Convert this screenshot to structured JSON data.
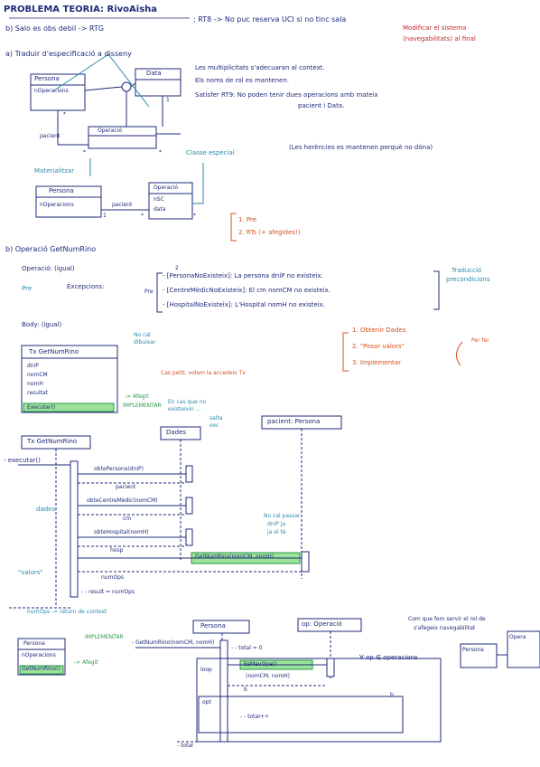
{
  "header": {
    "title": "PROBLEMA TEORIA: RivoAisha",
    "item_b": "b) Salo es obs debil -> RTG",
    "item_b_rt": "; RT8 -> No puc reserva UCI si no tinc sala",
    "note_red_1": "Modificar el sistema",
    "note_red_2": "(navegabilitats) al final"
  },
  "section_a": {
    "label": "a) Traduir d'especificació a disseny",
    "box_persona": "Persona",
    "attr_persona": "nOperacions",
    "box_data": "Data",
    "box_operacio": "Operació",
    "label_pacient": "pacient",
    "mult_star_1": "*",
    "mult_star_2": "*",
    "mult_1": "1",
    "mult_star_3": "*",
    "label_materialitzar": "Materialitzar",
    "label_classe_especial": "Classe especial",
    "box_persona_2": "Persona",
    "attr_persona_2": "nOperacions",
    "box_operacio_2": "Operació",
    "attr_nsc": "nSC",
    "attr_data": "data",
    "label_pacient_2": "pacient",
    "mult_1b": "1",
    "mult_star_4": "*",
    "mult_star_5": "*",
    "note_1": "Les multiplicitats s'adecuaran al context.",
    "note_2": "Els noms de rol es mantenen.",
    "note_3": "Satisfer RT9: No poden tenir dues operacions amb mateix",
    "note_4": "pacient i Data.",
    "note_5": "(Les herències es mantenen perquè no dóna)",
    "list_1": "1. Pre",
    "list_2": "2. RTs (+ afegides!)"
  },
  "section_b": {
    "label": "b) Operació GetNumRino",
    "operacio": "Operació: (igual)",
    "pre_label": "Pre",
    "excepcions_label": "Excepcions:",
    "pre_short": "Pre",
    "circle_num": "2",
    "exc_1": "- [PersonaNoExisteix]: La persona dniP no existeix.",
    "exc_2": "- [CentreMèdicNoExisteix]: El cm nomCM no existeix.",
    "exc_3": "- [HospitalNoExisteix]: L'Hospital nomH no existeix.",
    "traduccio_1": "Traducció",
    "traduccio_2": "precondicions",
    "body": "Body: (igual)",
    "no_cal_1": "No cal",
    "no_cal_2": "dibuixar",
    "steps": [
      "1. Obtenir Dades",
      "2. \"Posar valors\"",
      "3. Implementar"
    ],
    "per_fer": "Per fer"
  },
  "tx_class": {
    "title": "Tx GetNumRino",
    "attrs": [
      "dniP",
      "nomCM",
      "nomH",
      "resultat"
    ],
    "method": "Executar()",
    "afegir": "-> Afegit",
    "implementar": "IMPLEMENTAR"
  },
  "sequence_1": {
    "orange_note": "Cas petit, volem la accedeix Tx",
    "teal_note_1": "En cas que no",
    "teal_note_2": "existeixin ...",
    "teal_note_3": "salta",
    "teal_note_4": "exc",
    "tx_box": "Tx GetNumRino",
    "dades_box": "Dades",
    "pacient_box": "pacient: Persona",
    "executar": "- executar()",
    "dades_label": "dades",
    "m1": "obtePersona(dniP)",
    "r1": "pacient",
    "m2": "obteCentreMèdic(nomCM)",
    "r2": "cm",
    "m3": "obteHospital(nomH)",
    "r3": "hosp",
    "no_cal_pasar_1": "No cal passar",
    "no_cal_pasar_2": "dniP ja",
    "no_cal_pasar_3": "ja el té",
    "m4": "GetNumRino(nomCM, nomH)",
    "valors": "\"valors\"",
    "num_ops": "numOps",
    "result": "- - result = numOps",
    "return_label": "numOps -> return de context"
  },
  "sequence_2": {
    "persona_box": "Persona",
    "op_box": "op: Operació",
    "m_call": "- GetNumRino(nomCM, nomH)",
    "total0": "- - total = 0",
    "loop": "loop",
    "m_esmeu": "EsMeuOpe()",
    "m_esmeu_args": "(nomCM, nomH)",
    "forall": "∀ op ∈ operacions",
    "b_label_1": "b",
    "opt": "opt",
    "b_label_2": "b",
    "total_inc": "- - total++",
    "total_ret": "- total",
    "note_1": "Com que fem servir el rol de",
    "note_2": "s'afegeix navegabilitat",
    "small_persona": "Persona",
    "small_opera": "Opera"
  },
  "persona_class_small": {
    "title": "Persona",
    "attr": "nOperacions",
    "method": "GetNumRino()",
    "implementar": "IMPLEMENTAR",
    "afegit": "-> Afegit"
  }
}
